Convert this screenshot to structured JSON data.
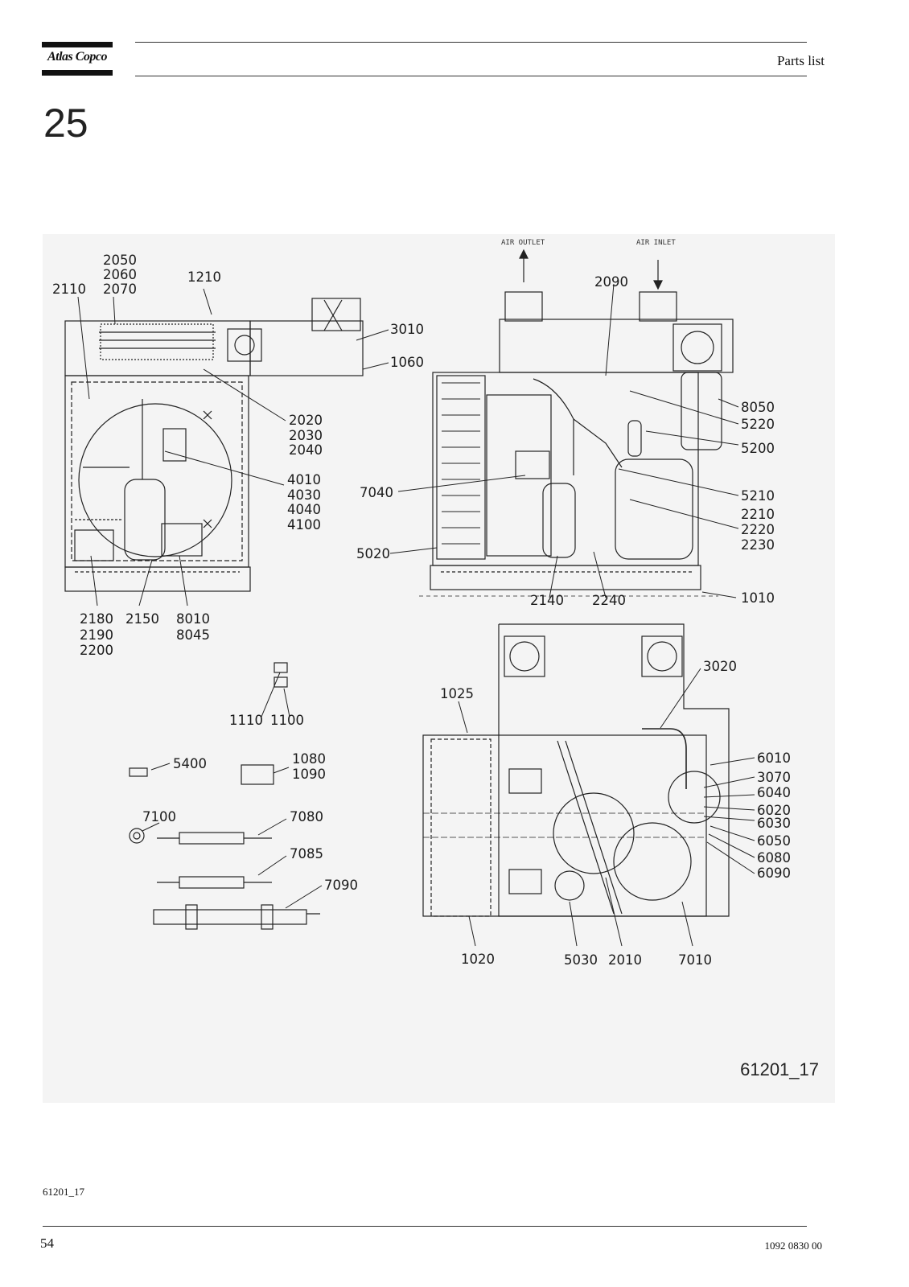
{
  "header": {
    "brand": "Atlas Copco",
    "section": "Parts list",
    "chapter": "25"
  },
  "figure": {
    "id_label": "61201_17",
    "air_outlet": "AIR OUTLET",
    "air_inlet": "AIR INLET",
    "callouts": {
      "c2050": "2050",
      "c2060": "2060",
      "c2070": "2070",
      "c2110": "2110",
      "c1210": "1210",
      "c3010": "3010",
      "c1060": "1060",
      "c2020": "2020",
      "c2030": "2030",
      "c2040": "2040",
      "c4010": "4010",
      "c4030": "4030",
      "c4040": "4040",
      "c4100": "4100",
      "c2180": "2180",
      "c2190": "2190",
      "c2200": "2200",
      "c2150": "2150",
      "c8010": "8010",
      "c8045": "8045",
      "c2090": "2090",
      "c8050": "8050",
      "c5220": "5220",
      "c5200": "5200",
      "c7040": "7040",
      "c5210": "5210",
      "c2210": "2210",
      "c2220": "2220",
      "c2230": "2230",
      "c5020": "5020",
      "c2140": "2140",
      "c2240": "2240",
      "c1010": "1010",
      "c1110": "1110",
      "c1100": "1100",
      "c5400": "5400",
      "c1080": "1080",
      "c1090": "1090",
      "c7100": "7100",
      "c7080": "7080",
      "c7085": "7085",
      "c7090": "7090",
      "c3020": "3020",
      "c1025": "1025",
      "c6010": "6010",
      "c3070": "3070",
      "c6040": "6040",
      "c6020": "6020",
      "c6030": "6030",
      "c6050": "6050",
      "c6080": "6080",
      "c6090": "6090",
      "c1020": "1020",
      "c5030": "5030",
      "c2010": "2010",
      "c7010": "7010"
    }
  },
  "footer": {
    "caption": "61201_17",
    "page_number": "54",
    "doc_number": "1092 0830 00"
  }
}
